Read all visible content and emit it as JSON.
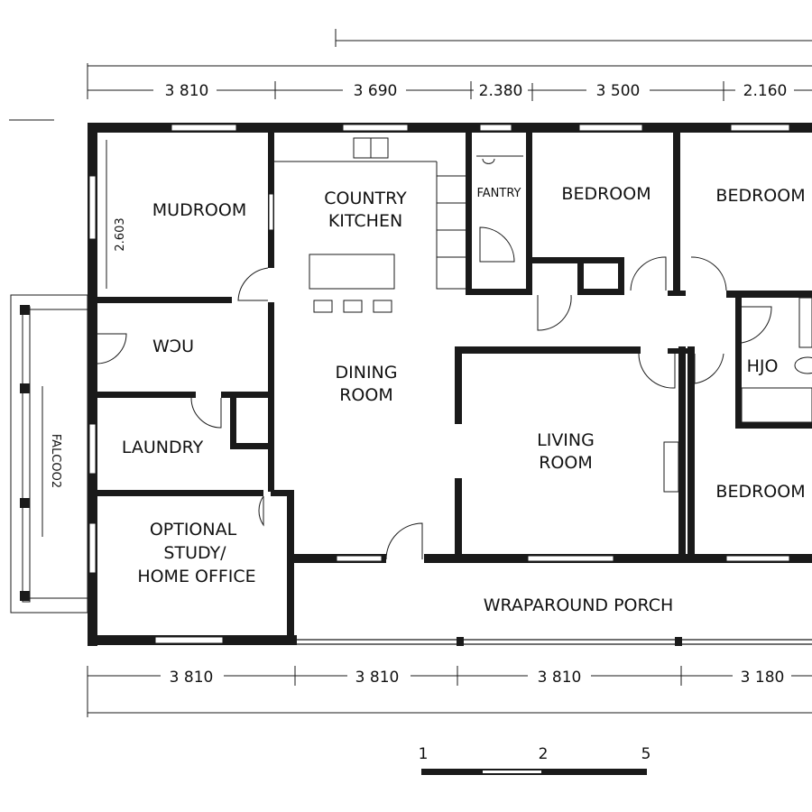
{
  "rooms": {
    "mudroom": "MUDROOM",
    "kitchen": [
      "COUNTRY",
      "KITCHEN"
    ],
    "pantry": "FANTRY",
    "bedroom_1": "BEDROOM",
    "bedroom_2": "BEDROOM",
    "wc": "WƆU",
    "dining": [
      "DINING",
      "ROOM"
    ],
    "living": [
      "LIVING",
      "ROOM"
    ],
    "bath": "HJO",
    "bedroom_3": "BEDROOM",
    "laundry": "LAUNDRY",
    "study": [
      "OPTIONAL",
      "STUDY/",
      "HOME OFFICE"
    ],
    "porch": "WRAPAROUND PORCH",
    "side_porch": "FALCOO2",
    "mudroom_dim": "2.603"
  },
  "dimensions": {
    "top": [
      "3 810",
      "3 690",
      "2.380",
      "3 500",
      "2.160"
    ],
    "bottom": [
      "3 810",
      "3 810",
      "3 810",
      "3 180"
    ]
  },
  "scale_bar": {
    "labels": [
      "1",
      "2",
      "5"
    ]
  }
}
